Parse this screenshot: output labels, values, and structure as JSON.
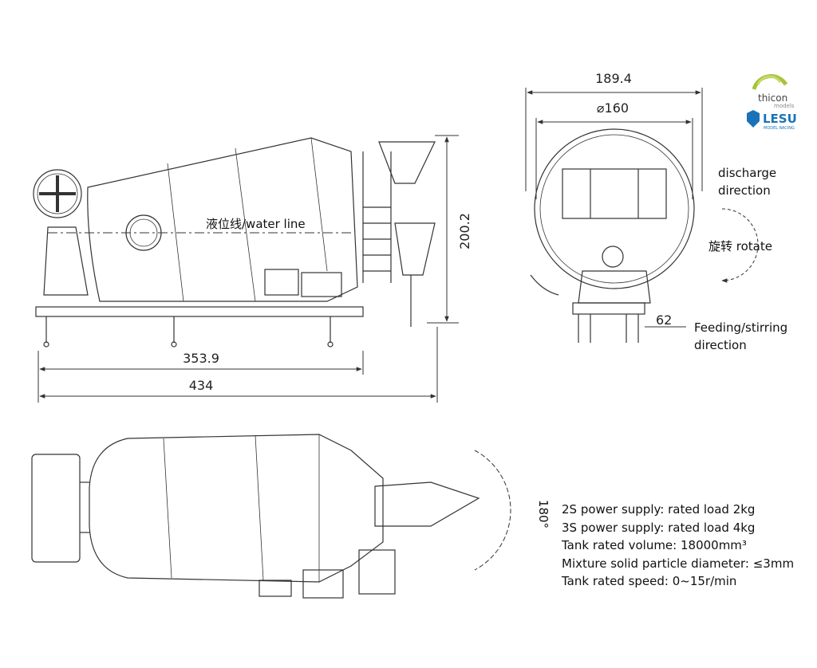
{
  "logos": {
    "thicon": "thicon",
    "thicon_sub": "models",
    "lesu": "LESU",
    "lesu_sub": "MODEL RACING"
  },
  "side_view": {
    "water_line_label": "液位线/water line",
    "dim_height": "200.2",
    "dim_wheelbase": "353.9",
    "dim_length": "434"
  },
  "front_view": {
    "dim_width": "189.4",
    "dim_diameter": "⌀160",
    "dim_offset": "62",
    "discharge_line1": "discharge",
    "discharge_line2": "direction",
    "rotate_label": "旋转 rotate",
    "feeding_line1": "Feeding/stirring",
    "feeding_line2": "direction"
  },
  "top_view": {
    "angle_label": "180°"
  },
  "specs": [
    "2S power supply: rated load 2kg",
    "3S power supply: rated load 4kg",
    "Tank rated volume: 18000mm³",
    "Mixture solid particle diameter: ≤3mm",
    "Tank rated speed: 0~15r/min"
  ],
  "colors": {
    "line": "#333333",
    "thicon_green": "#a5c43a",
    "lesu_blue": "#1a73b8"
  }
}
